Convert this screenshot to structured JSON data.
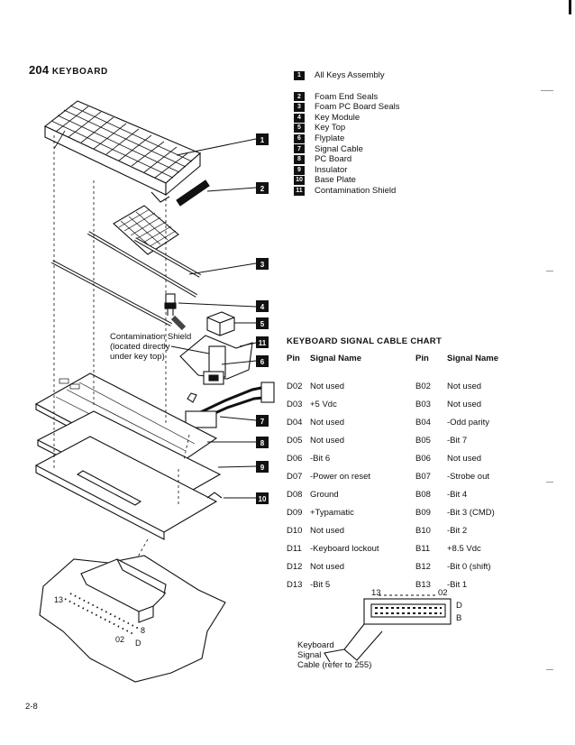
{
  "header": {
    "section_number": "204",
    "section_title": "KEYBOARD"
  },
  "parts_list": [
    {
      "num": "1",
      "name": "All Keys Assembly"
    },
    {
      "num": "2",
      "name": "Foam End Seals"
    },
    {
      "num": "3",
      "name": "Foam PC Board Seals"
    },
    {
      "num": "4",
      "name": "Key Module"
    },
    {
      "num": "5",
      "name": "Key Top"
    },
    {
      "num": "6",
      "name": "Flyplate"
    },
    {
      "num": "7",
      "name": "Signal Cable"
    },
    {
      "num": "8",
      "name": "PC Board"
    },
    {
      "num": "9",
      "name": "Insulator"
    },
    {
      "num": "10",
      "name": "Base Plate"
    },
    {
      "num": "11",
      "name": "Contamination Shield"
    }
  ],
  "callouts": [
    "1",
    "2",
    "3",
    "4",
    "5",
    "11",
    "6",
    "7",
    "8",
    "9",
    "10"
  ],
  "diagram": {
    "shield_label": [
      "Contamination Shield",
      "(located directly",
      "under key top)"
    ],
    "board_label_13": "13",
    "board_label_8": "8",
    "board_label_02": "02",
    "board_label_d": "D"
  },
  "signal_chart": {
    "title": "KEYBOARD SIGNAL CABLE CHART",
    "headers": [
      "Pin",
      "Signal Name",
      "Pin",
      "Signal Name"
    ],
    "rows": [
      [
        "D02",
        "Not used",
        "B02",
        "Not used"
      ],
      [
        "D03",
        "+5 Vdc",
        "B03",
        "Not used"
      ],
      [
        "D04",
        "Not used",
        "B04",
        "-Odd parity"
      ],
      [
        "D05",
        "Not used",
        "B05",
        "-Bit 7"
      ],
      [
        "D06",
        "-Bit 6",
        "B06",
        "Not used"
      ],
      [
        "D07",
        "-Power on reset",
        "B07",
        "-Strobe out"
      ],
      [
        "D08",
        "Ground",
        "B08",
        "-Bit 4"
      ],
      [
        "D09",
        "+Typamatic",
        "B09",
        "-Bit 3 (CMD)"
      ],
      [
        "D10",
        "Not used",
        "B10",
        "-Bit 2"
      ],
      [
        "D11",
        "-Keyboard lockout",
        "B11",
        "+8.5 Vdc"
      ],
      [
        "D12",
        "Not used",
        "B12",
        "-Bit 0 (shift)"
      ],
      [
        "D13",
        "-Bit 5",
        "B13",
        "-Bit 1"
      ]
    ]
  },
  "connector": {
    "label_13": "13",
    "label_02": "02",
    "label_d": "D",
    "label_b": "B",
    "cable_label": [
      "Keyboard",
      "Signal",
      "Cable (refer to 255)"
    ]
  },
  "footer": {
    "page": "2-8"
  }
}
